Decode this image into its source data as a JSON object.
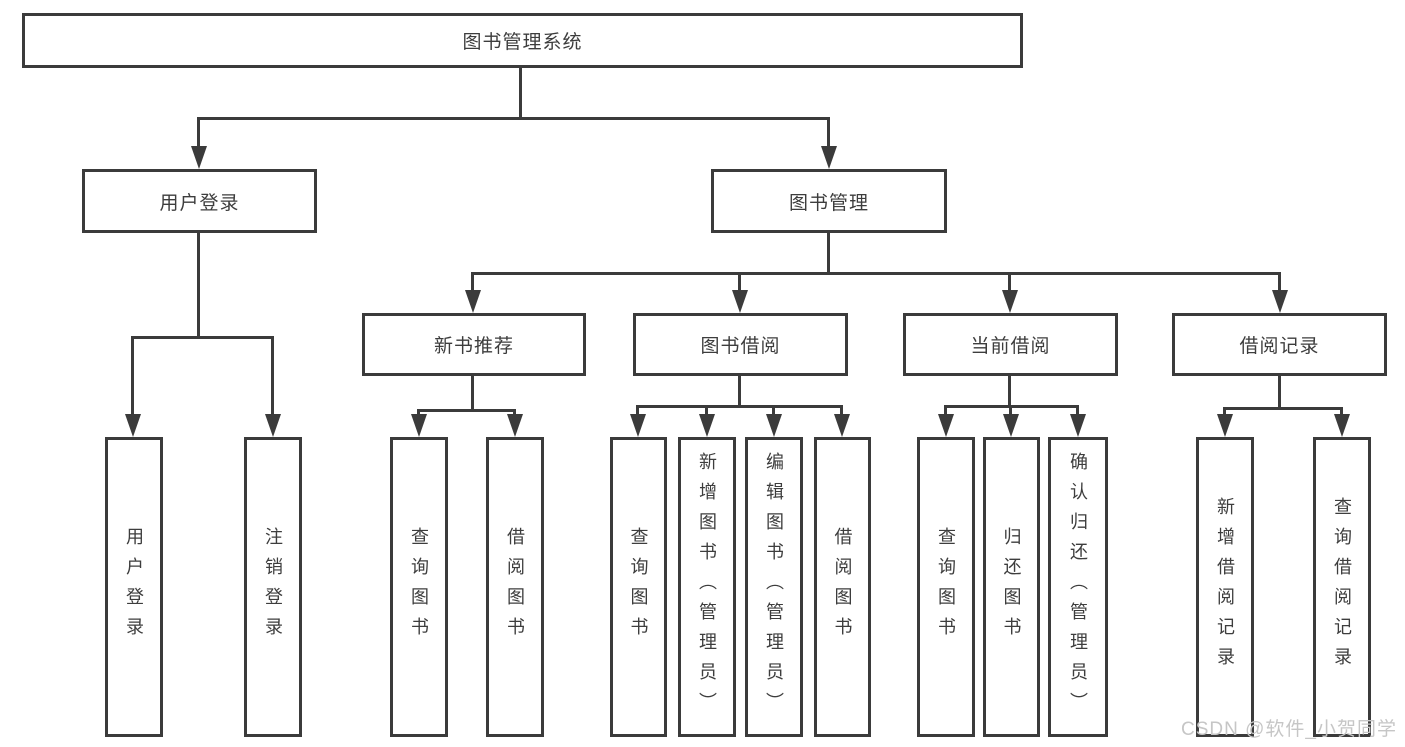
{
  "diagram": {
    "root": "图书管理系统",
    "level2": [
      {
        "label": "用户登录",
        "children": [
          "用户登录",
          "注销登录"
        ]
      },
      {
        "label": "图书管理",
        "children": [
          {
            "label": "新书推荐",
            "children": [
              "查询图书",
              "借阅图书"
            ]
          },
          {
            "label": "图书借阅",
            "children": [
              "查询图书",
              "新增图书（管理员）",
              "编辑图书（管理员）",
              "借阅图书"
            ]
          },
          {
            "label": "当前借阅",
            "children": [
              "查询图书",
              "归还图书",
              "确认归还（管理员）"
            ]
          },
          {
            "label": "借阅记录",
            "children": [
              "新增借阅记录",
              "查询借阅记录"
            ]
          }
        ]
      }
    ]
  },
  "watermark": "CSDN @软件_小贺同学",
  "colors": {
    "line": "#3b3b3b",
    "text": "#3d3d3d",
    "watermark": "#c6c6c6",
    "background": "#ffffff"
  }
}
